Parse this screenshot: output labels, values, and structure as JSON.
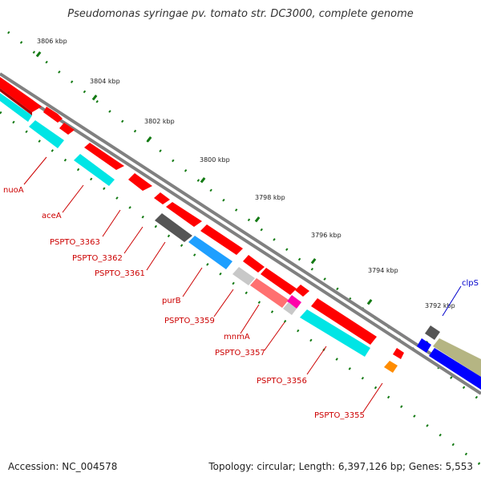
{
  "title": "Pseudomonas syringae pv. tomato str. DC3000, complete genome",
  "footer": {
    "accession": "Accession: NC_004578",
    "topology": "Topology: circular; Length: 6,397,126 bp; Genes: 5,553"
  },
  "colors": {
    "red_gene": "#ff0000",
    "cyan_gene": "#00ffff",
    "blue_gene": "#1e9fff",
    "dark_blue_gene": "#0000ff",
    "grey_gene": "#555555",
    "light_grey_gene": "#c8c8c8",
    "pink_gene": "#ff7070",
    "magenta_gene": "#ff00aa",
    "orange_gene": "#ff8c00",
    "olive_gene": "#b5b583",
    "backbone": "#808080",
    "tick": "#137a13",
    "label_red": "#cc0000",
    "label_blue": "#0000cc"
  },
  "kbp_ticks": [
    "3806 kbp",
    "3804 kbp",
    "3802 kbp",
    "3800 kbp",
    "3798 kbp",
    "3796 kbp",
    "3794 kbp",
    "3792 kbp"
  ],
  "gene_labels": [
    {
      "text": "nuoA",
      "color": "red"
    },
    {
      "text": "aceA",
      "color": "red"
    },
    {
      "text": "PSPTO_3363",
      "color": "red"
    },
    {
      "text": "PSPTO_3362",
      "color": "red"
    },
    {
      "text": "PSPTO_3361",
      "color": "red"
    },
    {
      "text": "purB",
      "color": "red"
    },
    {
      "text": "PSPTO_3359",
      "color": "red"
    },
    {
      "text": "mnmA",
      "color": "red"
    },
    {
      "text": "PSPTO_3357",
      "color": "red"
    },
    {
      "text": "PSPTO_3356",
      "color": "red"
    },
    {
      "text": "PSPTO_3355",
      "color": "red"
    },
    {
      "text": "clpS",
      "color": "blue"
    }
  ]
}
